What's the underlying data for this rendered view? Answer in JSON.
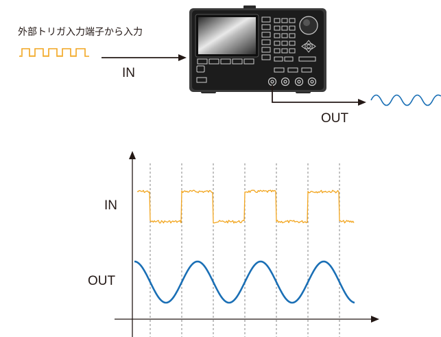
{
  "top": {
    "caption": "外部トリガ入力端子から入力",
    "in_label": "IN",
    "out_label": "OUT"
  },
  "chart": {
    "in_label": "IN",
    "out_label": "OUT"
  },
  "colors": {
    "trigger_signal": "#f2a51e",
    "output_wave": "#1a6fb5",
    "device_body": "#1c1c1c",
    "device_frame": "#3a3a3a",
    "text": "#231815",
    "axis": "#231815",
    "gridline": "#777777"
  },
  "icons": {
    "device": "function-generator-icon",
    "input_signal": "square-wave-icon",
    "output_signal": "sine-wave-icon"
  }
}
